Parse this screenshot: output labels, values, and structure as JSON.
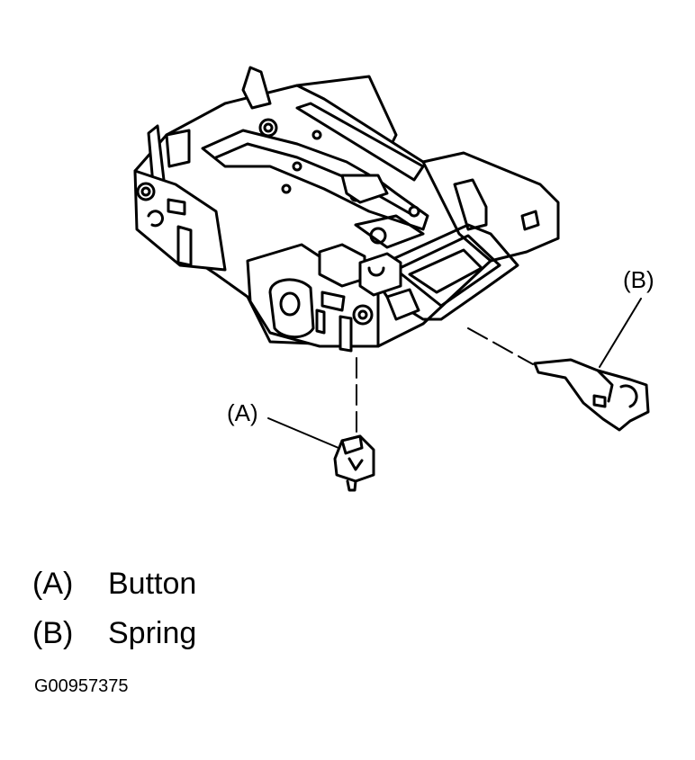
{
  "diagram": {
    "callouts": {
      "a": "(A)",
      "b": "(B)"
    },
    "legend": [
      {
        "key": "(A)",
        "label": "Button"
      },
      {
        "key": "(B)",
        "label": "Spring"
      }
    ],
    "figure_id": "G00957375"
  }
}
